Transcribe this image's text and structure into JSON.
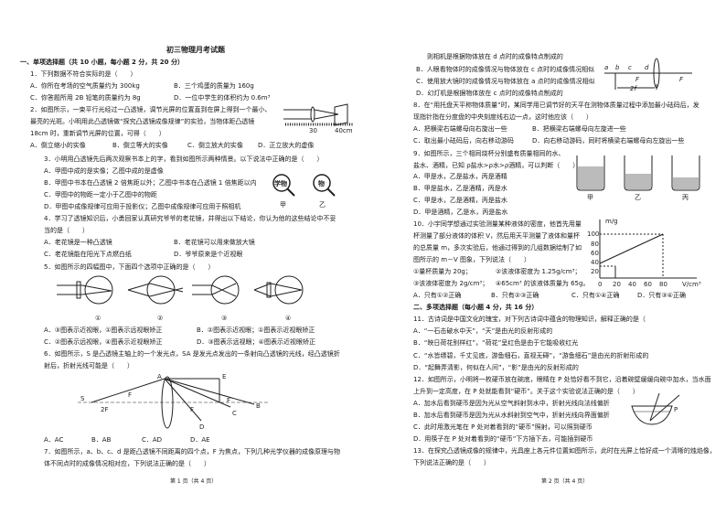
{
  "page1": {
    "title": "初三物理月考试题",
    "section1": "一、单项选择题（共 10 小题，每小题 2 分，共 20 分）",
    "q1": "1．下列数据不符合实际的是（　　）",
    "q1A": "A．你所在考场的空气质量约为 300kg",
    "q1B": "B．三个鸡蛋的质量为 160g",
    "q1C": "C．你答题所用 2B 铅笔的质量约为 8g",
    "q1D": "D．一位中学生的体积约为 0.6m³",
    "q2a": "2．如图所示，一束平行光经过一凸透镜，调节光屏的位置直到在屏上得到一个最小、",
    "q2b": "最亮的光斑。小明用此凸透镜做“探究凸透镜成像规律”的实验，当物体距凸透镜",
    "q2c": "18cm 时，重新调节光屏的位置，可得（　　）",
    "q2A": "A．倒立缩小的实像",
    "q2B": "B．倒立等大的实像",
    "q2C": "C．倒立放大的实像",
    "q2D": "D．正立放大的虚像",
    "q2fig": {
      "t1": "30",
      "t2": "40cm"
    },
    "q3": "3．小明用凸透镜先后两次观察书本上的字，看到如图所示两种情景。以下说法中正确的是（　　）",
    "q3A": "A．甲图中成的是实像；乙图中成的是虚像",
    "q3B": "B．甲图中书本在凸透镜 2 倍焦距以外；乙图中书本在凸透镜 1 倍焦距以内",
    "q3C": "C．甲图中的物距一定小于乙图中的物距",
    "q3D": "D．甲图中成像规律可应用于投影仪；乙图中成像规律可应用于照相机",
    "q3fig": {
      "img1": "学物",
      "img2": "物",
      "l1": "甲",
      "l2": "乙"
    },
    "q4a": "4．学习了透镜知识后，小勇回家认真研究爷爷的老花镜，并得出以下结论，你认为他的这些结论中不妥",
    "q4b": "当的是（　　）",
    "q4A": "A．老花镜是一种凸透镜",
    "q4B": "B．老花镜可以用来做放大镜",
    "q4C": "C．老花镜能在阳光下点燃白纸",
    "q4D": "D．爷爷原来是个近视眼",
    "q5": "5．如图所示的四幅图中，下面四个选项中正确的是（　　）",
    "q5fig": [
      "①",
      "②",
      "③",
      "④"
    ],
    "q5A": "A．③图表示近视眼，①图表示远视眼矫正",
    "q5B": "B．②图表示近视眼；①图表示近视眼矫正",
    "q5C": "C．②图表示远视眼，④图表示近视眼矫正",
    "q5D": "D．③图表示远视眼；④图表示近视眼矫正",
    "q6a": "6．如图所示，S 是凸透镜主轴上的一个发光点，SA 是发光点发出的一条射向凸透镜的光线，经凸透镜折",
    "q6b": "射后，折射光线可能是（　　）",
    "q6fig": {
      "S": "S",
      "A": "A",
      "2F": "2F",
      "F1": "F",
      "F2": "F",
      "F3": "F",
      "E": "E",
      "C": "C",
      "D": "D",
      "B": "B"
    },
    "q6A": "A．AC",
    "q6B": "B．AB",
    "q6C": "C．AD",
    "q6D": "D．AE",
    "q7a": "7．如图所示，a、b、c、d 是距凸透镜不同距离的四个点，F 为焦点，下列几种光学仪器的成像原理与物",
    "q7b": "体不同点时的成像情况相对应，下列说法正确的是（　　）",
    "footer": "第 1 页（共 4 页）"
  },
  "page2": {
    "q7A": "则相机是根据物体放在 d 点时的成像特点制成的",
    "q7B": "B．人眼看物体时的成像情况与物体放在 c 点时的成像情况相似",
    "q7C": "C．使用放大镜时的成像情况与物体放在 a 点时的成像情况相似",
    "q7D": "D．幻灯机是根据物体放在 c 点时的成像特点制成的",
    "q7fig": {
      "a": "a",
      "b": "b",
      "c": "c",
      "d": "d",
      "F1": "F",
      "F2": "F",
      "f2": "2f"
    },
    "q8a": "8．在“用托盘天平称物体质量”时，某同学用已调节好的天平在测物体质量过程中添加最小砝码后，发",
    "q8b": "现指针指在分度盘的中央刻度线右边一点，这时他应该（　　）",
    "q8A": "A．把横梁右端螺母向右旋出一些",
    "q8B": "B．把横梁右端螺母向左旋进一些",
    "q8C": "C．取出最小砝码后，向右移动游码",
    "q8D": "D．向右移动游码，同时将横梁右端螺母向左旋出一些",
    "q9a": "9．如图所示，三个相同烧杯分别盛有质量相同的水、",
    "q9b": "盐水、酒精，已知 ρ盐水>ρ水>ρ酒精，可以判断（　　）",
    "q9A": "A．甲是水，乙是盐水，丙是酒精",
    "q9B": "B．甲是盐水，乙是酒精，丙是水",
    "q9C": "C．甲是水，乙是酒精，丙是盐水",
    "q9D": "D．甲是酒精，乙是水，丙是盐水",
    "q9fig": [
      "甲",
      "乙",
      "丙"
    ],
    "q10a": "10．小宇同学想通过实验测量某种液体的密度，他首先用量",
    "q10b": "杯测量了部分液体的体积 V，然后用天平测量了液体和量杯",
    "q10c": "的总质量 m，多次实验后，他通过得到的几组数据绘制了如",
    "q10d": "图所示的 m－V 图象，下列说法（　　）",
    "q10s1": "①量杯质量为 20g；",
    "q10s2": "②该液体密度为 1.25g/cm³；",
    "q10s3": "③该液体密度为 2g/cm³；",
    "q10s4": "④65cm³ 的该液体质量为 65g。",
    "q10A": "A．只有①②正确",
    "q10B": "B．只有②③正确",
    "q10C": "C．只有①④正确",
    "q10D": "D．只有③④正确",
    "q10graph": {
      "ylabel": "m/g",
      "xlabel": "V/cm³",
      "yticks": [
        "20",
        "40",
        "60",
        "80",
        "100"
      ],
      "xticks": [
        "0",
        "20",
        "40",
        "60",
        "80"
      ]
    },
    "section2": "二、多项选择题（每小题 4 分，共 16 分）",
    "q11": "11．古诗词是中国文化的瑰宝，对下列古诗词中蕴含的物理知识，解释正确的是（",
    "q11A": "A．“一石击破水中天”，“天”是由光的反射形成的",
    "q11B": "B．“映日荷花别样红”，“荷花”呈红色是由于它能吸收红光",
    "q11C": "C．“水皆缥碧，千丈见底，游鱼细石，直视无碍”，“游鱼细石”是由光的折射形成的",
    "q11D": "D．“起舞弄清影，何似在人间”，“影”是由光的反射形成的",
    "q12a": "12．如图所示，小明将一枚硬币放在碗底，眼睛在 P 处恰好看不到它，沿着碗壁缓缓向碗中加水，当水面",
    "q12b": "上升到一定高度，在 P 处就能看到“硬币”。关于这个实验说法正确的是（　　）",
    "q12A": "A．加水后看到硬币是因为光从空气斜射到水中，折射光线向法线偏折",
    "q12B": "B．加水后看到硬币是因为光从水斜射到空气中，折射光线向界面偏折",
    "q12C": "C．此时用激光笔在 P 处对着看到的“硬币”照射，可以照到硬币",
    "q12D": "D．用筷子在 P 处对着看到的“硬币”下方插下去，可能插到硬币",
    "q12fig": {
      "P": "P"
    },
    "q13a": "13．在探究凸透镜成像的规律中，光具座上各元件位置如图所示，此时在光屏上恰好成一个清晰的烛焰像，",
    "q13b": "下列说法正确的是（　　）",
    "footer": "第 2 页（共 4 页）"
  }
}
